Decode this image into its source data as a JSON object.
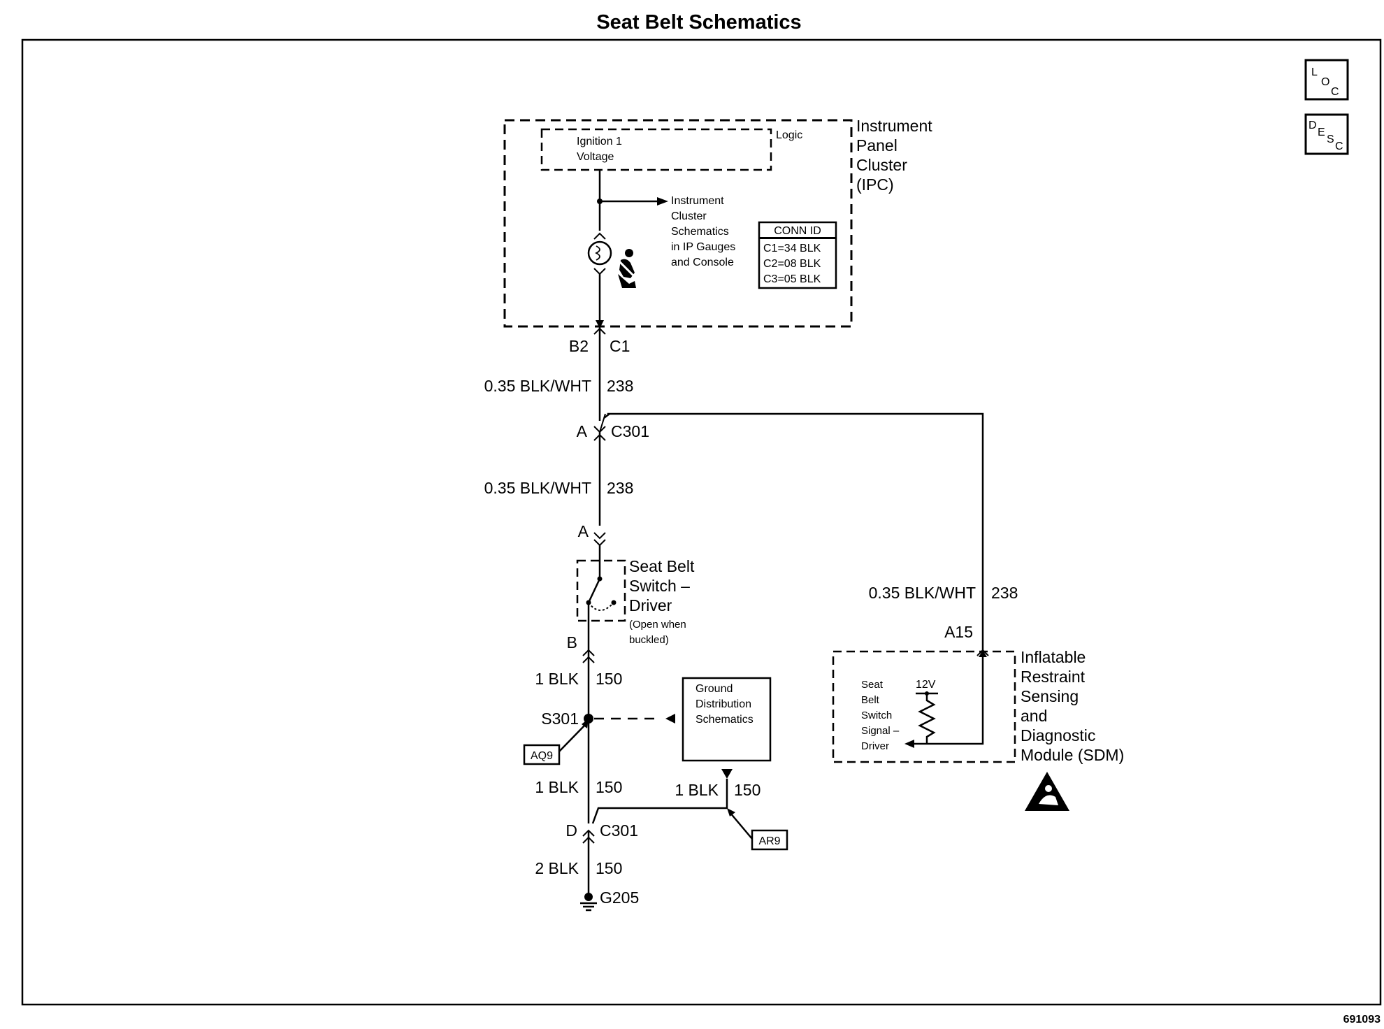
{
  "title": "Seat Belt Schematics",
  "figure_id": "691093",
  "nav_icons": {
    "loc": {
      "l1": "L",
      "l2": "O",
      "l3": "C"
    },
    "desc": {
      "l1": "D",
      "l2": "E",
      "l3": "S",
      "l4": "C"
    }
  },
  "ipc": {
    "name_lines": [
      "Instrument",
      "Panel",
      "Cluster",
      "(IPC)"
    ],
    "logic_label": "Logic",
    "ignition_lines": [
      "Ignition 1",
      "Voltage"
    ],
    "ref_lines": [
      "Instrument",
      "Cluster",
      "Schematics",
      "in IP Gauges",
      "and Console"
    ],
    "conn_header": "CONN ID",
    "conn_rows": [
      "C1=34 BLK",
      "C2=08 BLK",
      "C3=05 BLK"
    ]
  },
  "pins": {
    "b2": "B2",
    "c1": "C1",
    "c301_a": "A",
    "c301_label": "C301",
    "switch_a": "A",
    "switch_b": "B",
    "c301_d": "D",
    "c301_d_label": "C301",
    "a15": "A15"
  },
  "wires": {
    "w1_gauge": "0.35 BLK/WHT",
    "w1_circuit": "238",
    "w2_gauge": "0.35 BLK/WHT",
    "w2_circuit": "238",
    "w3_gauge": "0.35 BLK/WHT",
    "w3_circuit": "238",
    "w4_gauge": "1 BLK",
    "w4_circuit": "150",
    "w5_gauge": "1 BLK",
    "w5_circuit": "150",
    "w6_gauge": "1 BLK",
    "w6_circuit": "150",
    "w7_gauge": "2 BLK",
    "w7_circuit": "150"
  },
  "switch": {
    "name_lines": [
      "Seat Belt",
      "Switch –",
      "Driver"
    ],
    "note_lines": [
      "(Open when",
      "buckled)"
    ]
  },
  "splice": "S301",
  "ground": "G205",
  "callouts": {
    "aq9": "AQ9",
    "ar9": "AR9"
  },
  "ground_ref_lines": [
    "Ground",
    "Distribution",
    "Schematics"
  ],
  "sdm": {
    "name_lines": [
      "Inflatable",
      "Restraint",
      "Sensing",
      "and",
      "Diagnostic",
      "Module (SDM)"
    ],
    "voltage": "12V",
    "signal_lines": [
      "Seat",
      "Belt",
      "Switch",
      "Signal –",
      "Driver"
    ]
  }
}
